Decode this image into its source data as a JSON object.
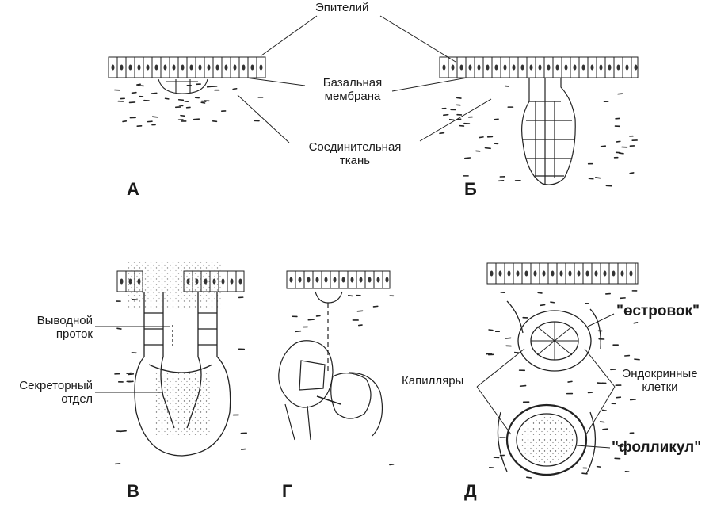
{
  "labels": {
    "epithelium": "Эпителий",
    "basal_membrane_l1": "Базальная",
    "basal_membrane_l2": "мембрана",
    "connective_l1": "Соединительная",
    "connective_l2": "ткань",
    "duct_l1": "Выводной",
    "duct_l2": "проток",
    "secretory_l1": "Секреторный",
    "secretory_l2": "отдел",
    "capillaries": "Капилляры",
    "endocrine_l1": "Эндокринные",
    "endocrine_l2": "клетки",
    "islet": "\"островок\"",
    "follicle": "\"фолликул\""
  },
  "panels": {
    "a": "А",
    "b": "Б",
    "v": "В",
    "g": "Г",
    "d": "Д"
  }
}
